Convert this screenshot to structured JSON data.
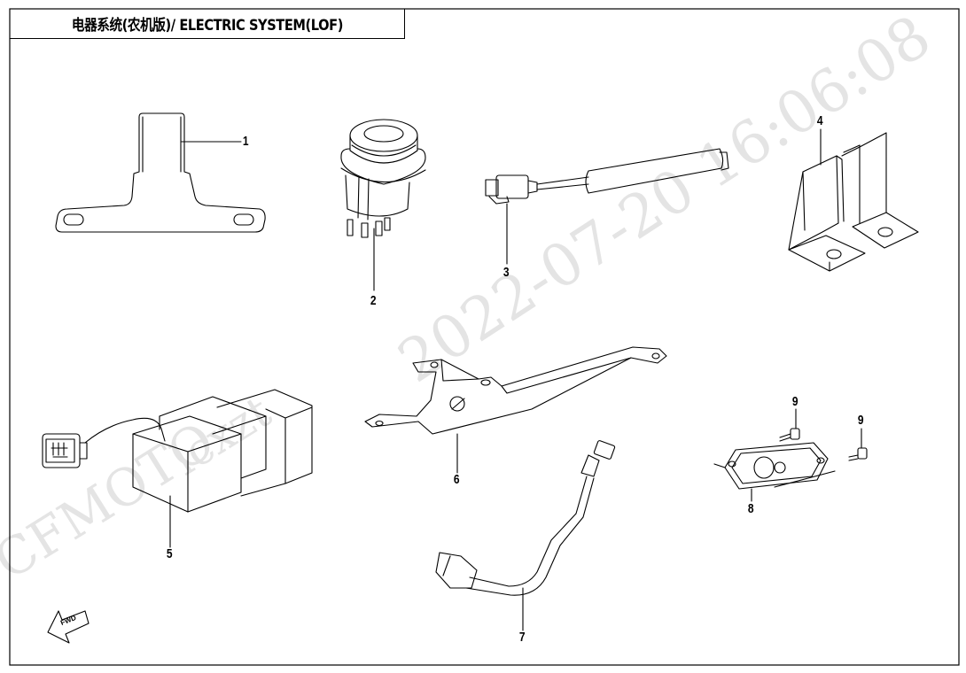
{
  "title": "电器系统(农机版)/ ELECTRIC SYSTEM(LOF)",
  "watermark": {
    "brand": "CFMOTO",
    "user": "lcxzt",
    "timestamp": "2022-07-20 16:06:08"
  },
  "fwd_label": "FWD",
  "callouts": [
    {
      "id": "1",
      "part": "bracket-t"
    },
    {
      "id": "2",
      "part": "rocker-switch"
    },
    {
      "id": "3",
      "part": "fuse-holder-wire"
    },
    {
      "id": "4",
      "part": "mount-bracket"
    },
    {
      "id": "5",
      "part": "relay-module"
    },
    {
      "id": "6",
      "part": "bracket-long"
    },
    {
      "id": "7",
      "part": "wire-harness"
    },
    {
      "id": "8",
      "part": "license-plate-light"
    },
    {
      "id": "9a",
      "label": "9",
      "part": "screw"
    },
    {
      "id": "9b",
      "label": "9",
      "part": "screw"
    }
  ],
  "colors": {
    "line": "#000000",
    "frame": "#000000",
    "watermark": "#e4e4e4",
    "fill": "#ffffff"
  }
}
